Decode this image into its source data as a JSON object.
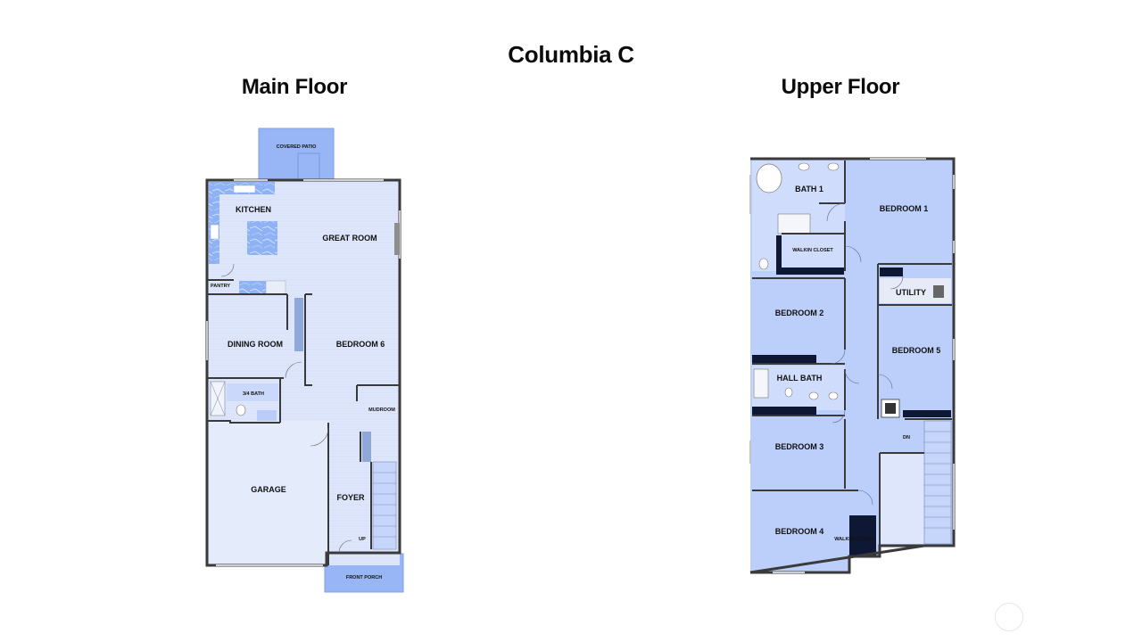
{
  "title": "Columbia C",
  "main_floor": {
    "title": "Main Floor",
    "rooms": {
      "covered_patio": "COVERED PATIO",
      "kitchen": "KITCHEN",
      "great_room": "GREAT ROOM",
      "pantry": "PANTRY",
      "dining_room": "DINING ROOM",
      "bedroom_6": "BEDROOM 6",
      "bath_34": "3/4 BATH",
      "mudroom": "MUDROOM",
      "garage": "GARAGE",
      "foyer": "FOYER",
      "up": "UP",
      "front_porch": "FRONT PORCH"
    }
  },
  "upper_floor": {
    "title": "Upper Floor",
    "rooms": {
      "bath_1": "BATH 1",
      "bedroom_1": "BEDROOM 1",
      "walkin_closet_1": "WALKIN CLOSET",
      "utility": "UTILITY",
      "bedroom_2": "BEDROOM 2",
      "bedroom_5": "BEDROOM 5",
      "hall_bath": "HALL BATH",
      "dn": "DN",
      "bedroom_3": "BEDROOM 3",
      "bedroom_4": "BEDROOM 4",
      "walkin_closet_2": "WALKIN CLOSET"
    }
  },
  "colors": {
    "floor": "#dde6fb",
    "upper_floor": "#bccffa",
    "outdoor": "#98b6f5",
    "wall": "#3a3a3a",
    "closet_dark": "#0e1733"
  }
}
